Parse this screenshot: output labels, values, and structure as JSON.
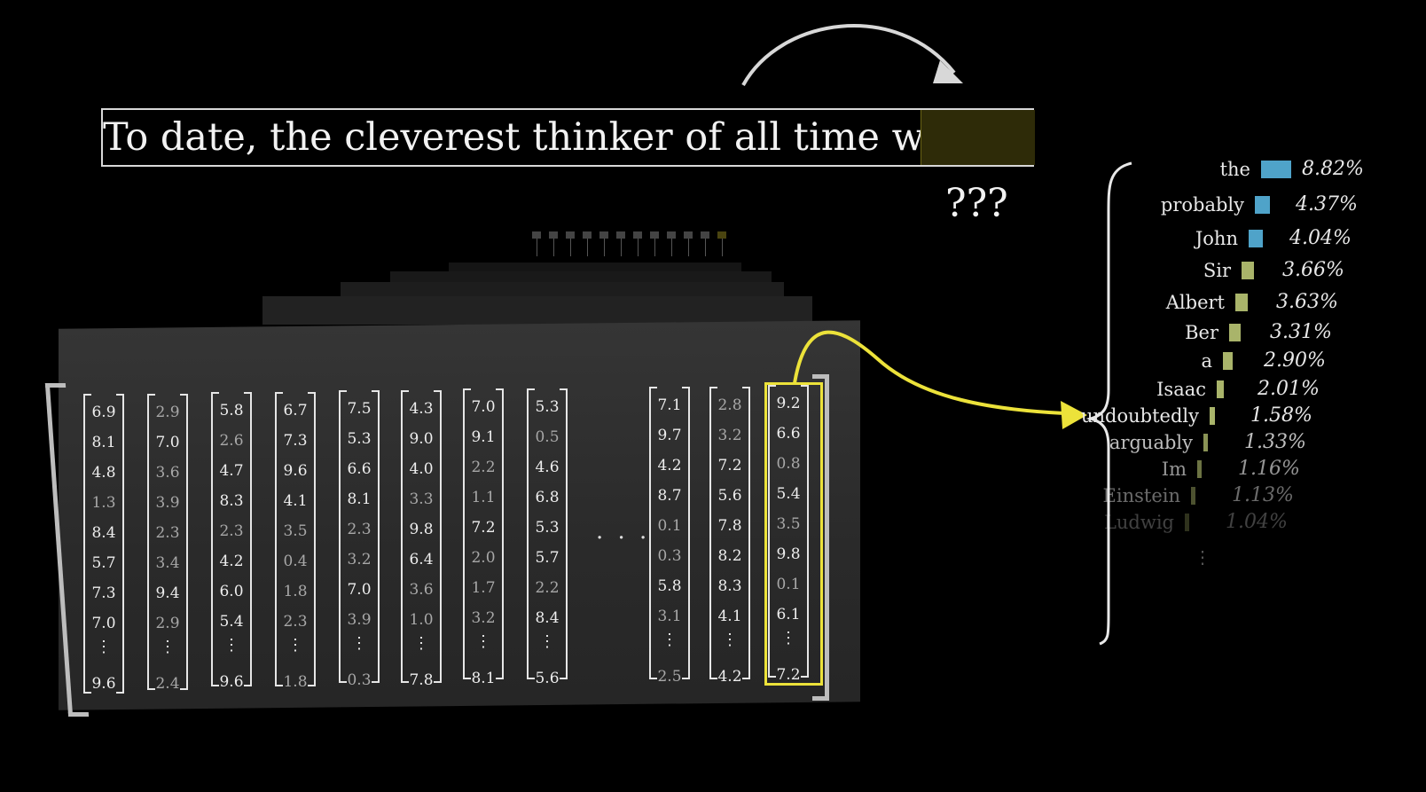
{
  "prompt": {
    "text": "To date, the cleverest thinker of all time was",
    "unknown": "???"
  },
  "mini_tokens": [
    "To",
    "date",
    ",",
    "the",
    "cle",
    "ver",
    "est",
    "thinker",
    "of",
    "all",
    "time",
    "was"
  ],
  "columns": [
    {
      "values": [
        "6.9",
        "8.1",
        "4.8",
        "1.3",
        "8.4",
        "5.7",
        "7.3",
        "7.0",
        "⋮",
        "9.6"
      ]
    },
    {
      "values": [
        "2.9",
        "7.0",
        "3.6",
        "3.9",
        "2.3",
        "3.4",
        "9.4",
        "2.9",
        "⋮",
        "2.4"
      ]
    },
    {
      "values": [
        "5.8",
        "2.6",
        "4.7",
        "8.3",
        "2.3",
        "4.2",
        "6.0",
        "5.4",
        "⋮",
        "9.6"
      ]
    },
    {
      "values": [
        "6.7",
        "7.3",
        "9.6",
        "4.1",
        "3.5",
        "0.4",
        "1.8",
        "2.3",
        "⋮",
        "1.8"
      ]
    },
    {
      "values": [
        "7.5",
        "5.3",
        "6.6",
        "8.1",
        "2.3",
        "3.2",
        "7.0",
        "3.9",
        "⋮",
        "0.3"
      ]
    },
    {
      "values": [
        "4.3",
        "9.0",
        "4.0",
        "3.3",
        "9.8",
        "6.4",
        "3.6",
        "1.0",
        "⋮",
        "7.8"
      ]
    },
    {
      "values": [
        "7.0",
        "9.1",
        "2.2",
        "1.1",
        "7.2",
        "2.0",
        "1.7",
        "3.2",
        "⋮",
        "8.1"
      ]
    },
    {
      "values": [
        "5.3",
        "0.5",
        "4.6",
        "6.8",
        "5.3",
        "5.7",
        "2.2",
        "8.4",
        "⋮",
        "5.6"
      ]
    },
    {
      "values": [
        "7.1",
        "9.7",
        "4.2",
        "8.7",
        "0.1",
        "0.3",
        "5.8",
        "3.1",
        "⋮",
        "2.5"
      ]
    },
    {
      "values": [
        "2.8",
        "3.2",
        "7.2",
        "5.6",
        "7.8",
        "8.2",
        "8.3",
        "4.1",
        "⋮",
        "4.2"
      ]
    },
    {
      "values": [
        "9.2",
        "6.6",
        "0.8",
        "5.4",
        "3.5",
        "9.8",
        "0.1",
        "6.1",
        "⋮",
        "7.2"
      ]
    }
  ],
  "ellipsis": "· · ·",
  "predictions": [
    {
      "word": "the",
      "pct": "8.82%",
      "p": 8.82
    },
    {
      "word": "probably",
      "pct": "4.37%",
      "p": 4.37
    },
    {
      "word": "John",
      "pct": "4.04%",
      "p": 4.04
    },
    {
      "word": "Sir",
      "pct": "3.66%",
      "p": 3.66
    },
    {
      "word": "Albert",
      "pct": "3.63%",
      "p": 3.63
    },
    {
      "word": "Ber",
      "pct": "3.31%",
      "p": 3.31
    },
    {
      "word": "a",
      "pct": "2.90%",
      "p": 2.9
    },
    {
      "word": "Isaac",
      "pct": "2.01%",
      "p": 2.01
    },
    {
      "word": "undoubtedly",
      "pct": "1.58%",
      "p": 1.58
    },
    {
      "word": "arguably",
      "pct": "1.33%",
      "p": 1.33
    },
    {
      "word": "Im",
      "pct": "1.16%",
      "p": 1.16
    },
    {
      "word": "Einstein",
      "pct": "1.13%",
      "p": 1.13
    },
    {
      "word": "Ludwig",
      "pct": "1.04%",
      "p": 1.04
    }
  ],
  "more": "⋮",
  "colors": {
    "highlight": "#ece23a",
    "bar_high": "#4fa3c9",
    "bar_low": "#a9b46a",
    "slot": "#2e2b08"
  }
}
